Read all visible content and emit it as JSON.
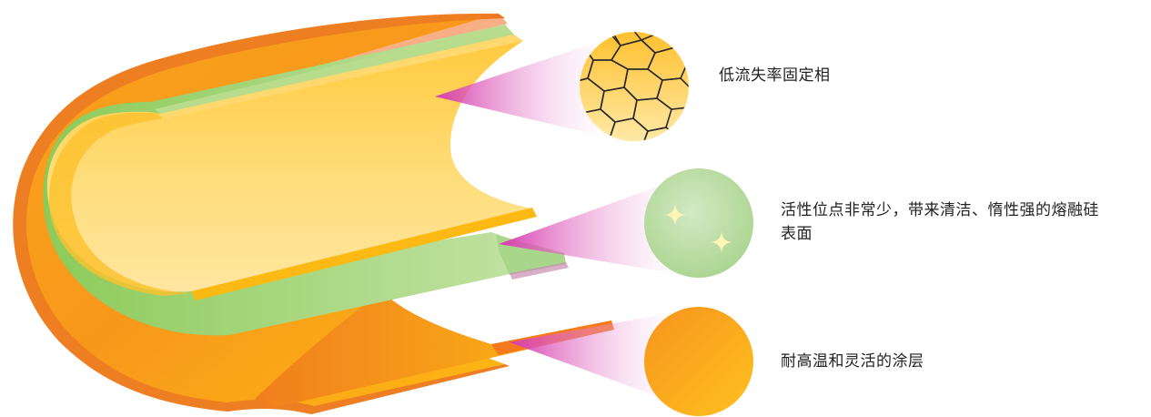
{
  "layers": [
    {
      "id": "stationary-phase",
      "label": "低流失率固定相",
      "color": "#FFC53A"
    },
    {
      "id": "fused-silica",
      "label_lines": [
        "活性位点非常少，带来清洁、惰性强的熔融硅",
        "表面"
      ],
      "color": "#A9D489"
    },
    {
      "id": "coating",
      "label": "耐高温和灵活的涂层",
      "color": "#F7941D"
    }
  ],
  "colors": {
    "beam": "#D63BAE",
    "sparkle": "#FFF6B5",
    "honeycomb_line": "#2B2B2B"
  }
}
